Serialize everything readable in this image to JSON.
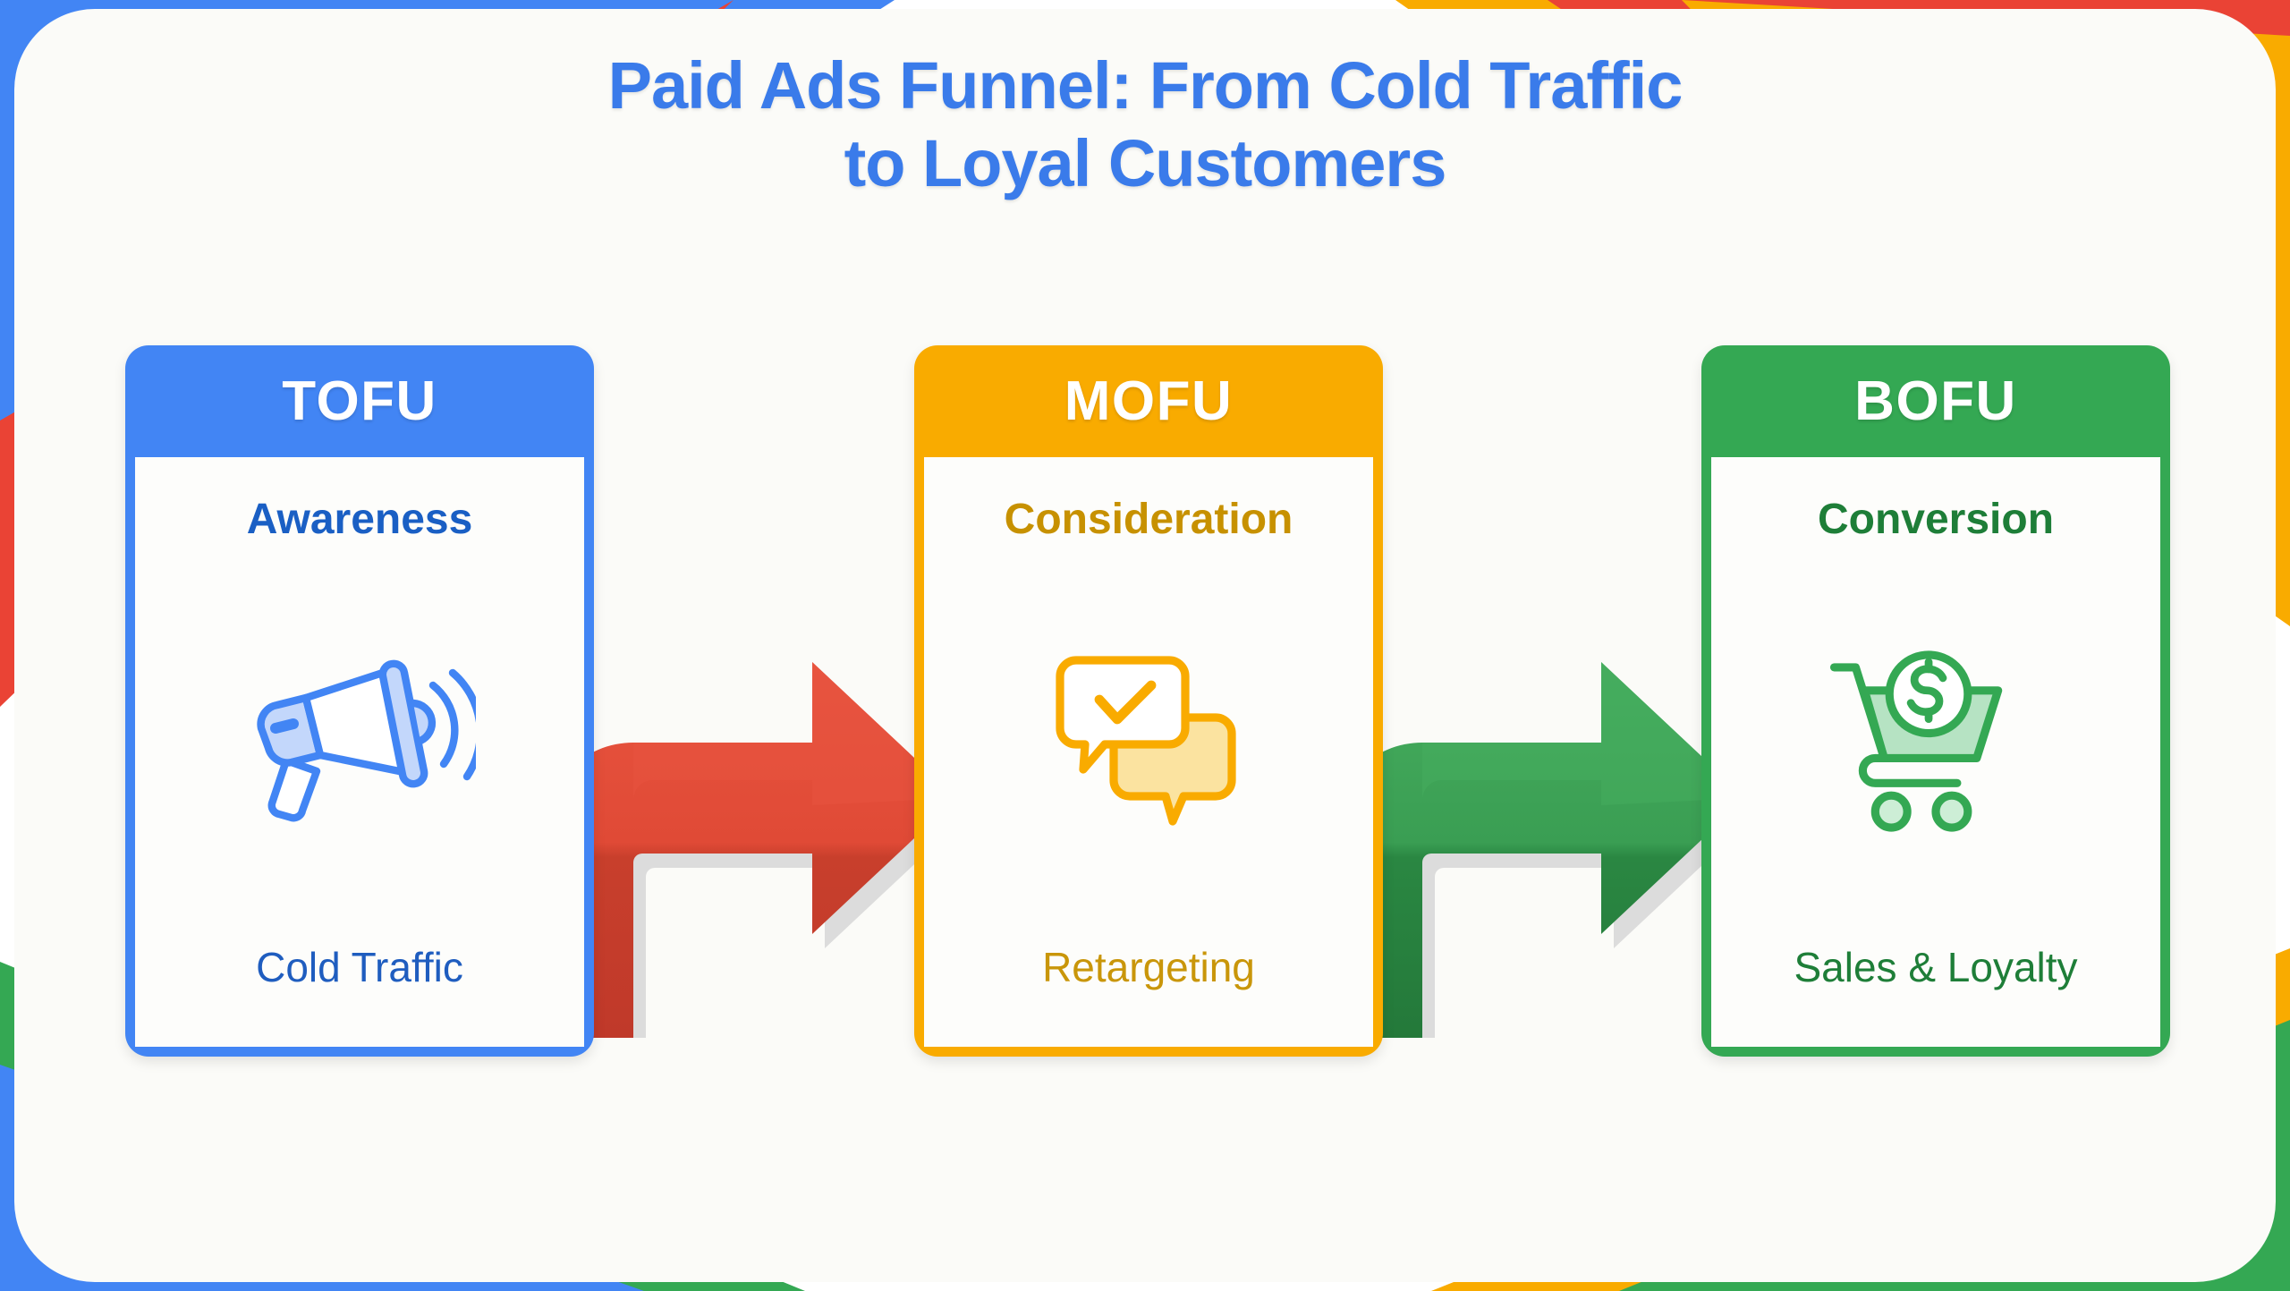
{
  "title": {
    "line1": "Paid Ads Funnel: From Cold Traffic",
    "line2": "to Loyal Customers",
    "color": "#3a7bea"
  },
  "palette": {
    "google_blue": "#4285f4",
    "google_red": "#ea4335",
    "google_yellow": "#f9ab00",
    "google_green": "#34a853",
    "panel_background": "#fbfbf8",
    "shadow_gray": "#e0e0e0"
  },
  "stages": [
    {
      "id": "tofu",
      "header_label": "TOFU",
      "subtitle": "Awareness",
      "footer": "Cold Traffic",
      "icon_name": "megaphone-icon",
      "header_color": "#4285f4",
      "border_color": "#4285f4",
      "subtitle_color": "#1a5fc4",
      "footer_color": "#1f5dbf",
      "icon_stroke": "#4285f4",
      "icon_fill": "#c3d7fb"
    },
    {
      "id": "mofu",
      "header_label": "MOFU",
      "subtitle": "Consideration",
      "footer": "Retargeting",
      "icon_name": "chat-bubbles-check-icon",
      "header_color": "#f9ab00",
      "border_color": "#fbbc04",
      "subtitle_color": "#c79100",
      "footer_color": "#c9960a",
      "icon_stroke": "#f9ab00",
      "icon_fill": "#fbe3a0"
    },
    {
      "id": "bofu",
      "header_label": "BOFU",
      "subtitle": "Conversion",
      "footer": "Sales & Loyalty",
      "icon_name": "shopping-cart-dollar-icon",
      "header_color": "#34a853",
      "border_color": "#34a853",
      "subtitle_color": "#1e7e38",
      "footer_color": "#1e7e38",
      "icon_stroke": "#34a853",
      "icon_fill": "#b6e3c3"
    }
  ],
  "connectors": [
    {
      "id": "tofu-mofu",
      "name": "red-elbow-arrow",
      "from": "TOFU",
      "to": "MOFU",
      "color": "#e04a36",
      "color_dark": "#c63a28",
      "direction": "right"
    },
    {
      "id": "mofu-bofu",
      "name": "green-elbow-arrow",
      "from": "MOFU",
      "to": "BOFU",
      "color": "#3a9e53",
      "color_dark": "#2a8742",
      "direction": "right"
    }
  ],
  "decorations": {
    "top_left": [
      "#4285f4",
      "#ea4335"
    ],
    "top_right": [
      "#f9ab00",
      "#ea4335"
    ],
    "bottom_left": [
      "#34a853",
      "#4285f4"
    ],
    "bottom_right": [
      "#f9ab00",
      "#34a853"
    ]
  }
}
